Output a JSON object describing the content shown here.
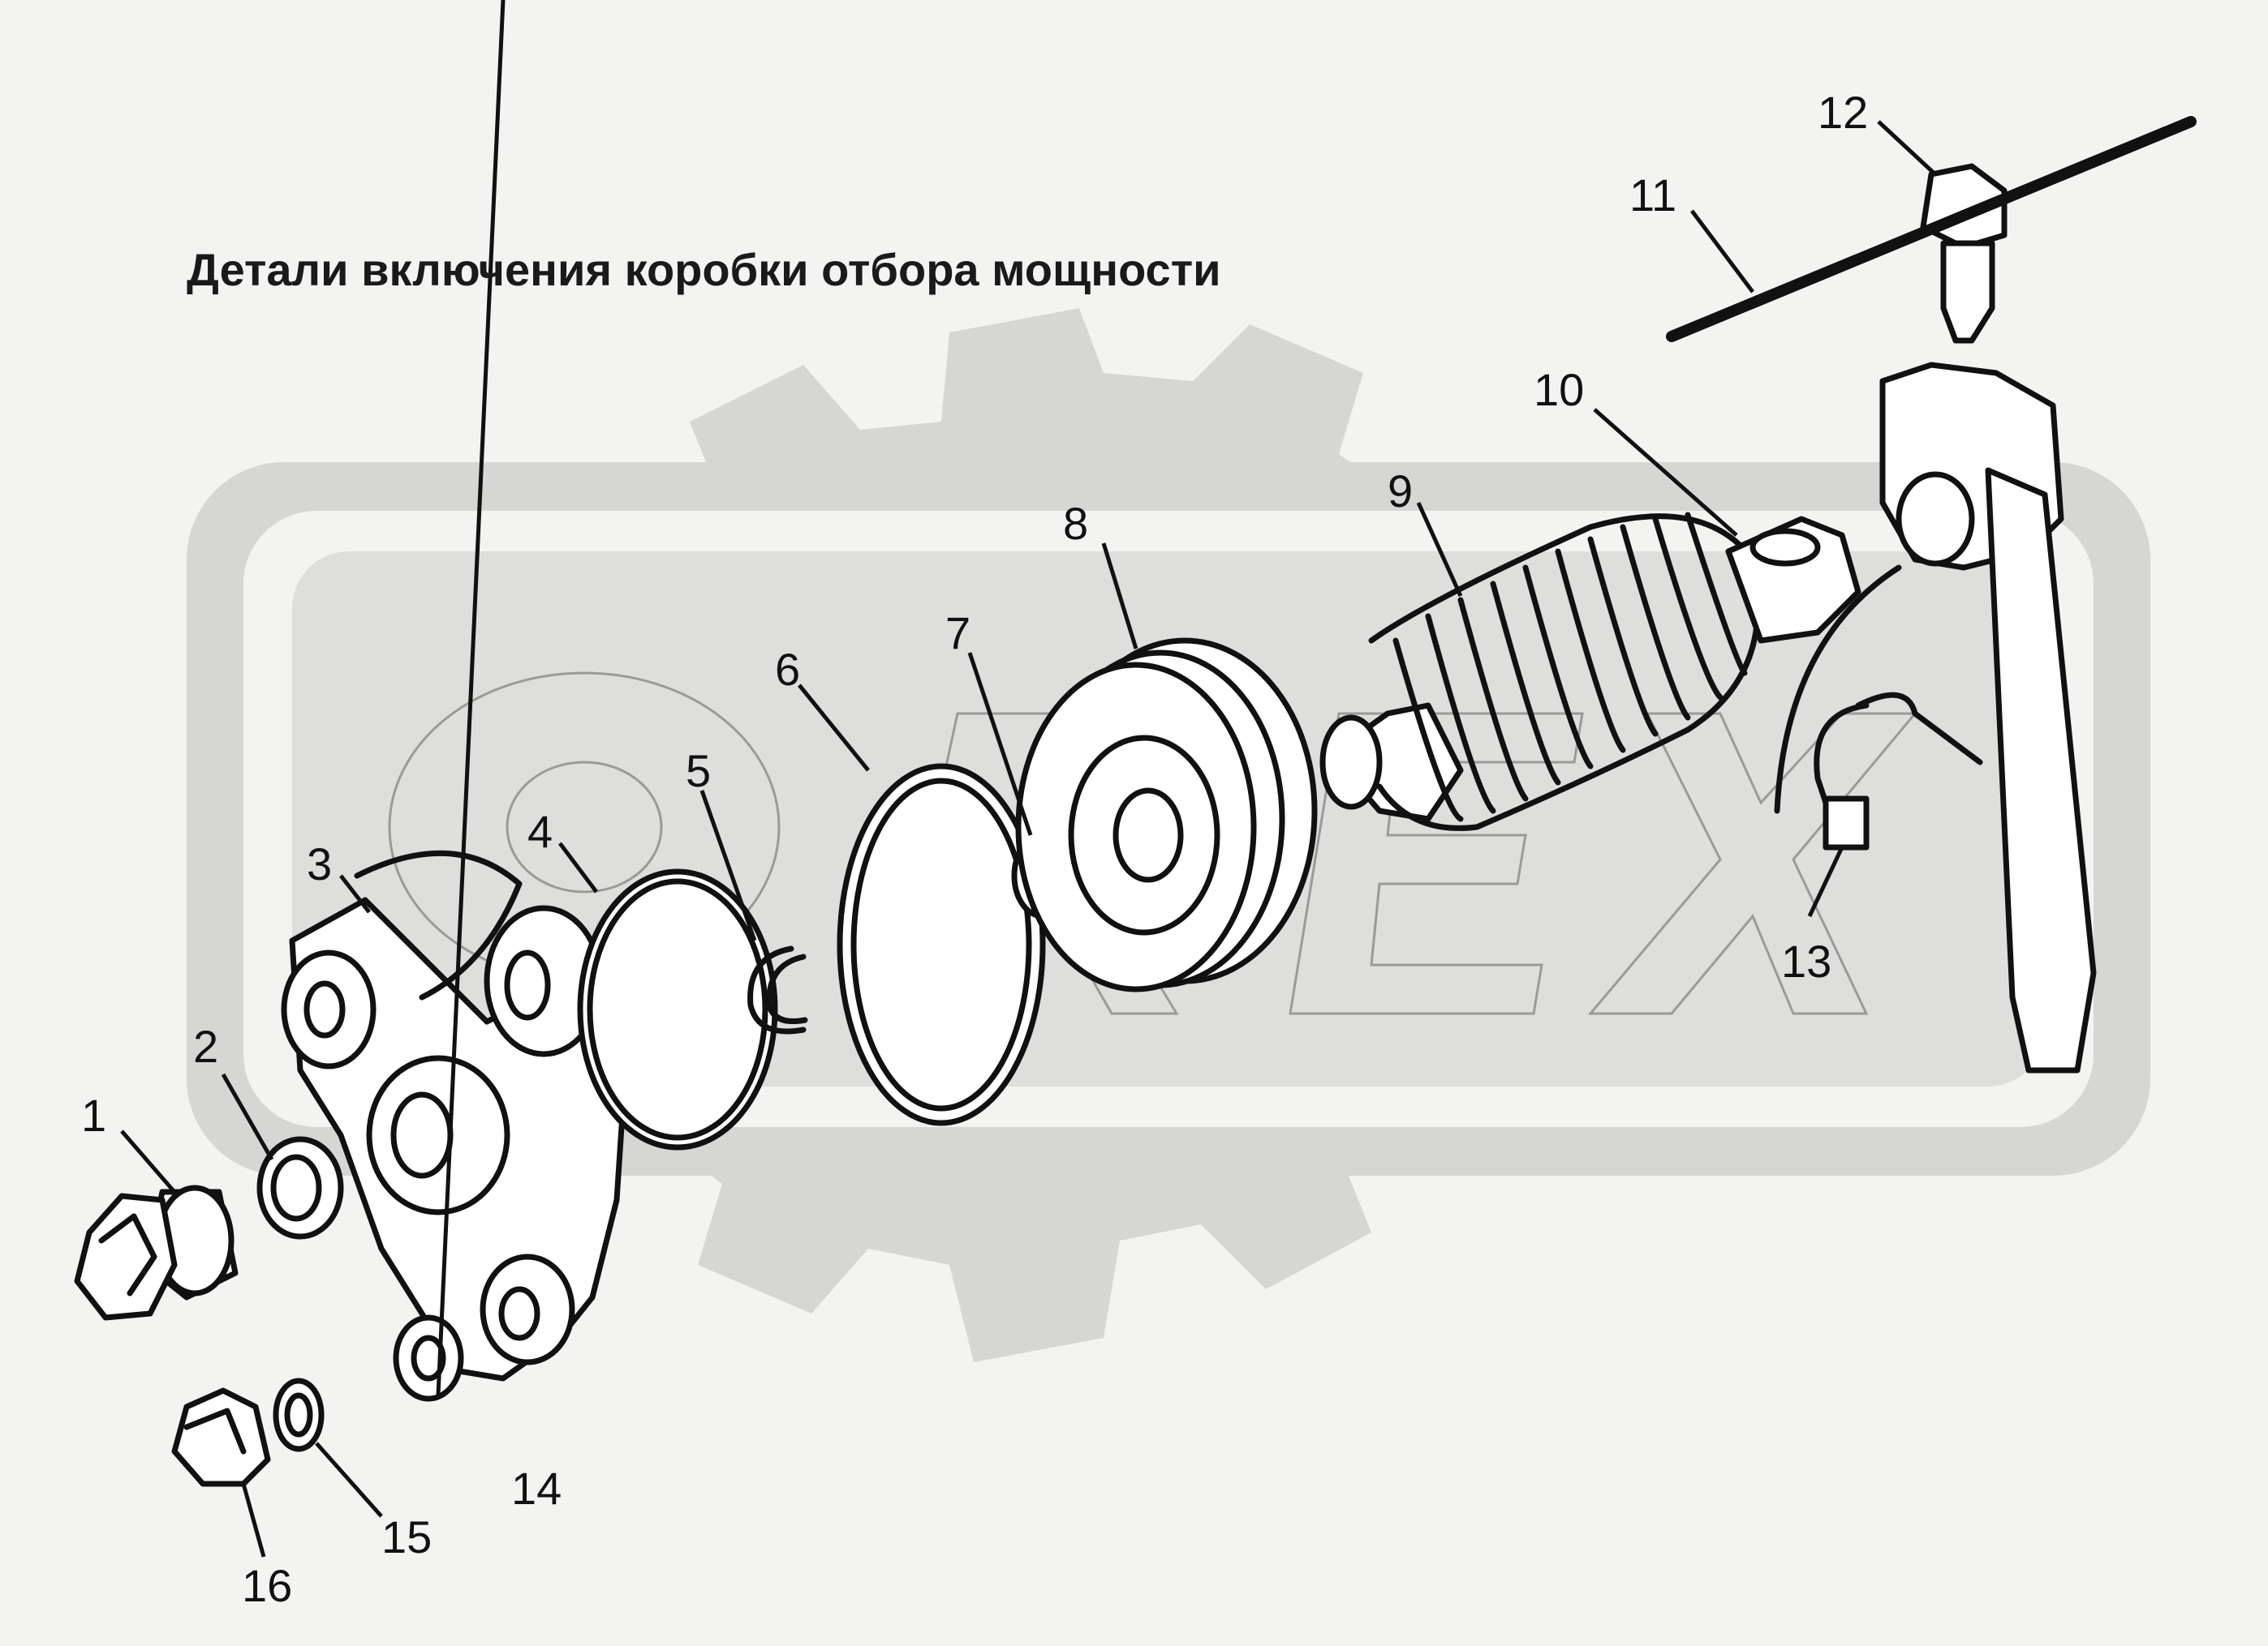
{
  "diagram": {
    "title": "Детали включения коробки отбора мощности",
    "watermark_text": "OREX",
    "callouts": [
      {
        "id": "1",
        "label": "1"
      },
      {
        "id": "2",
        "label": "2"
      },
      {
        "id": "3",
        "label": "3"
      },
      {
        "id": "4",
        "label": "4"
      },
      {
        "id": "5",
        "label": "5"
      },
      {
        "id": "6",
        "label": "6"
      },
      {
        "id": "7",
        "label": "7"
      },
      {
        "id": "8",
        "label": "8"
      },
      {
        "id": "9",
        "label": "9"
      },
      {
        "id": "10",
        "label": "10"
      },
      {
        "id": "11",
        "label": "11"
      },
      {
        "id": "12",
        "label": "12"
      },
      {
        "id": "13",
        "label": "13"
      },
      {
        "id": "14",
        "label": "14"
      },
      {
        "id": "15",
        "label": "15"
      },
      {
        "id": "16",
        "label": "16"
      }
    ]
  }
}
